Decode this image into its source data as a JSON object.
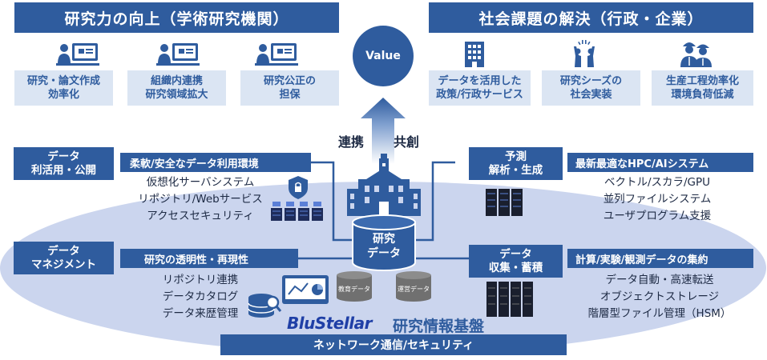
{
  "left_panel": {
    "title": "研究力の向上（学術研究機関）",
    "boxes": [
      "研究・論文作成\n効率化",
      "組織内連携\n研究領域拡大",
      "研究公正の\n担保"
    ]
  },
  "right_panel": {
    "title": "社会課題の解決（行政・企業）",
    "boxes": [
      "データを活用した\n政策/行政サービス",
      "研究シーズの\n社会実装",
      "生産工程効率化\n環境負荷低減"
    ]
  },
  "center": {
    "value_label": "Value",
    "collab_label": "連携",
    "cocreate_label": "共創",
    "main_cylinder": "研究\nデータ",
    "small_cylinders": [
      "教育データ",
      "運営データ"
    ]
  },
  "sections": {
    "data_use": {
      "category": "データ\n利活用・公開",
      "header": "柔軟/安全なデータ利用環境",
      "items": [
        "仮想化サーバシステム",
        "リポジトリ/Webサービス",
        "アクセスセキュリティ"
      ]
    },
    "data_mgmt": {
      "category": "データ\nマネジメント",
      "header": "研究の透明性・再現性",
      "items": [
        "リポジトリ連携",
        "データカタログ",
        "データ来歴管理"
      ]
    },
    "analysis": {
      "category": "予測\n解析・生成",
      "header": "最新最適なHPC/AIシステム",
      "items": [
        "ベクトル/スカラ/GPU",
        "並列ファイルシステム",
        "ユーザプログラム支援"
      ]
    },
    "collect": {
      "category": "データ\n収集・蓄積",
      "header": "計算/実験/観測データの集約",
      "items": [
        "データ自動・高速転送",
        "オブジェクトストレージ",
        "階層型ファイル管理（HSM）"
      ]
    }
  },
  "brand": {
    "logo": "BluStellar",
    "platform_label": "研究情報基盤"
  },
  "bottom_bar": "ネットワーク通信/セキュリティ",
  "colors": {
    "primary": "#2f5c9e",
    "light": "#dbe5f3",
    "ellipse": "#c9d4ee",
    "logo": "#1f3fa6"
  }
}
